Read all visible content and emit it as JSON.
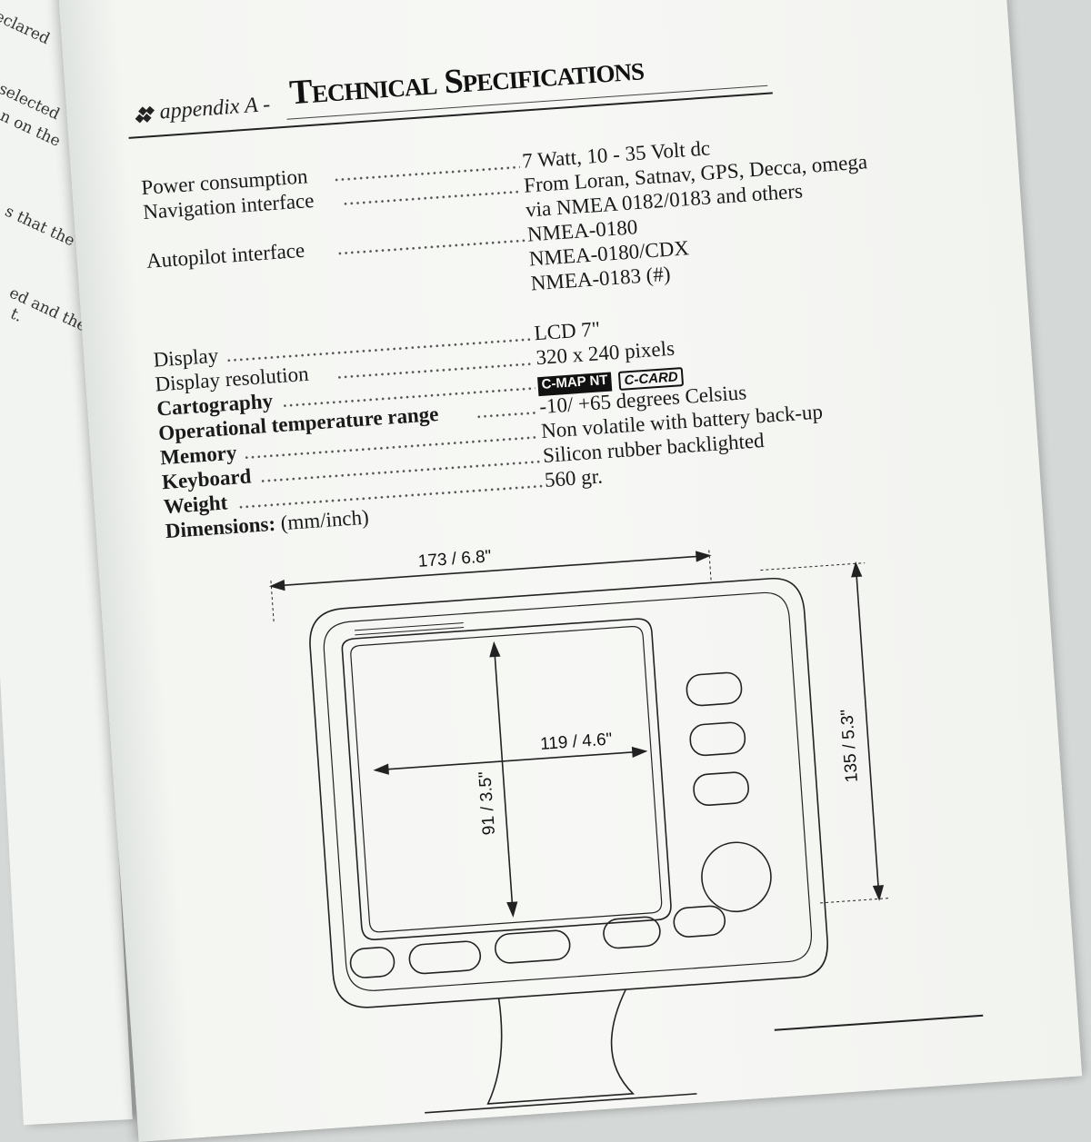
{
  "left_page": {
    "fragments": [
      "eclared",
      "selected",
      "n on the",
      "s that the",
      "ed and the",
      "t."
    ]
  },
  "header": {
    "appendix_label": "appendix A -",
    "title": "Technical Specifications"
  },
  "specs": [
    {
      "label": "Power consumption",
      "value": "7 Watt, 10 - 35 Volt dc"
    },
    {
      "label": "Navigation interface",
      "value": "From Loran, Satnav, GPS, Decca, omega"
    },
    {
      "label": "",
      "value": "via NMEA 0182/0183 and others"
    },
    {
      "label": "Autopilot interface",
      "value": "NMEA-0180"
    },
    {
      "label": "",
      "value": "NMEA-0180/CDX"
    },
    {
      "label": "",
      "value": "NMEA-0183 (#)"
    },
    {
      "label": "Display",
      "value": "LCD 7\""
    },
    {
      "label": "Display resolution",
      "value": "320 x 240 pixels"
    },
    {
      "label": "Cartography",
      "value": ""
    },
    {
      "label": "Operational temperature range",
      "value": "-10/ +65 degrees Celsius"
    },
    {
      "label": "Memory",
      "value": "Non volatile with battery back-up"
    },
    {
      "label": "Keyboard",
      "value": "Silicon rubber backlighted"
    },
    {
      "label": "Weight",
      "value": "560 gr."
    }
  ],
  "cartography_logos": [
    "C-MAP NT",
    "C-CARD"
  ],
  "dimensions": {
    "label": "Dimensions:",
    "unit": "(mm/inch)",
    "width": "173 / 6.8\"",
    "height": "135 / 5.3\"",
    "screen_width": "119 / 4.6\"",
    "screen_height": "91 / 3.5\""
  }
}
